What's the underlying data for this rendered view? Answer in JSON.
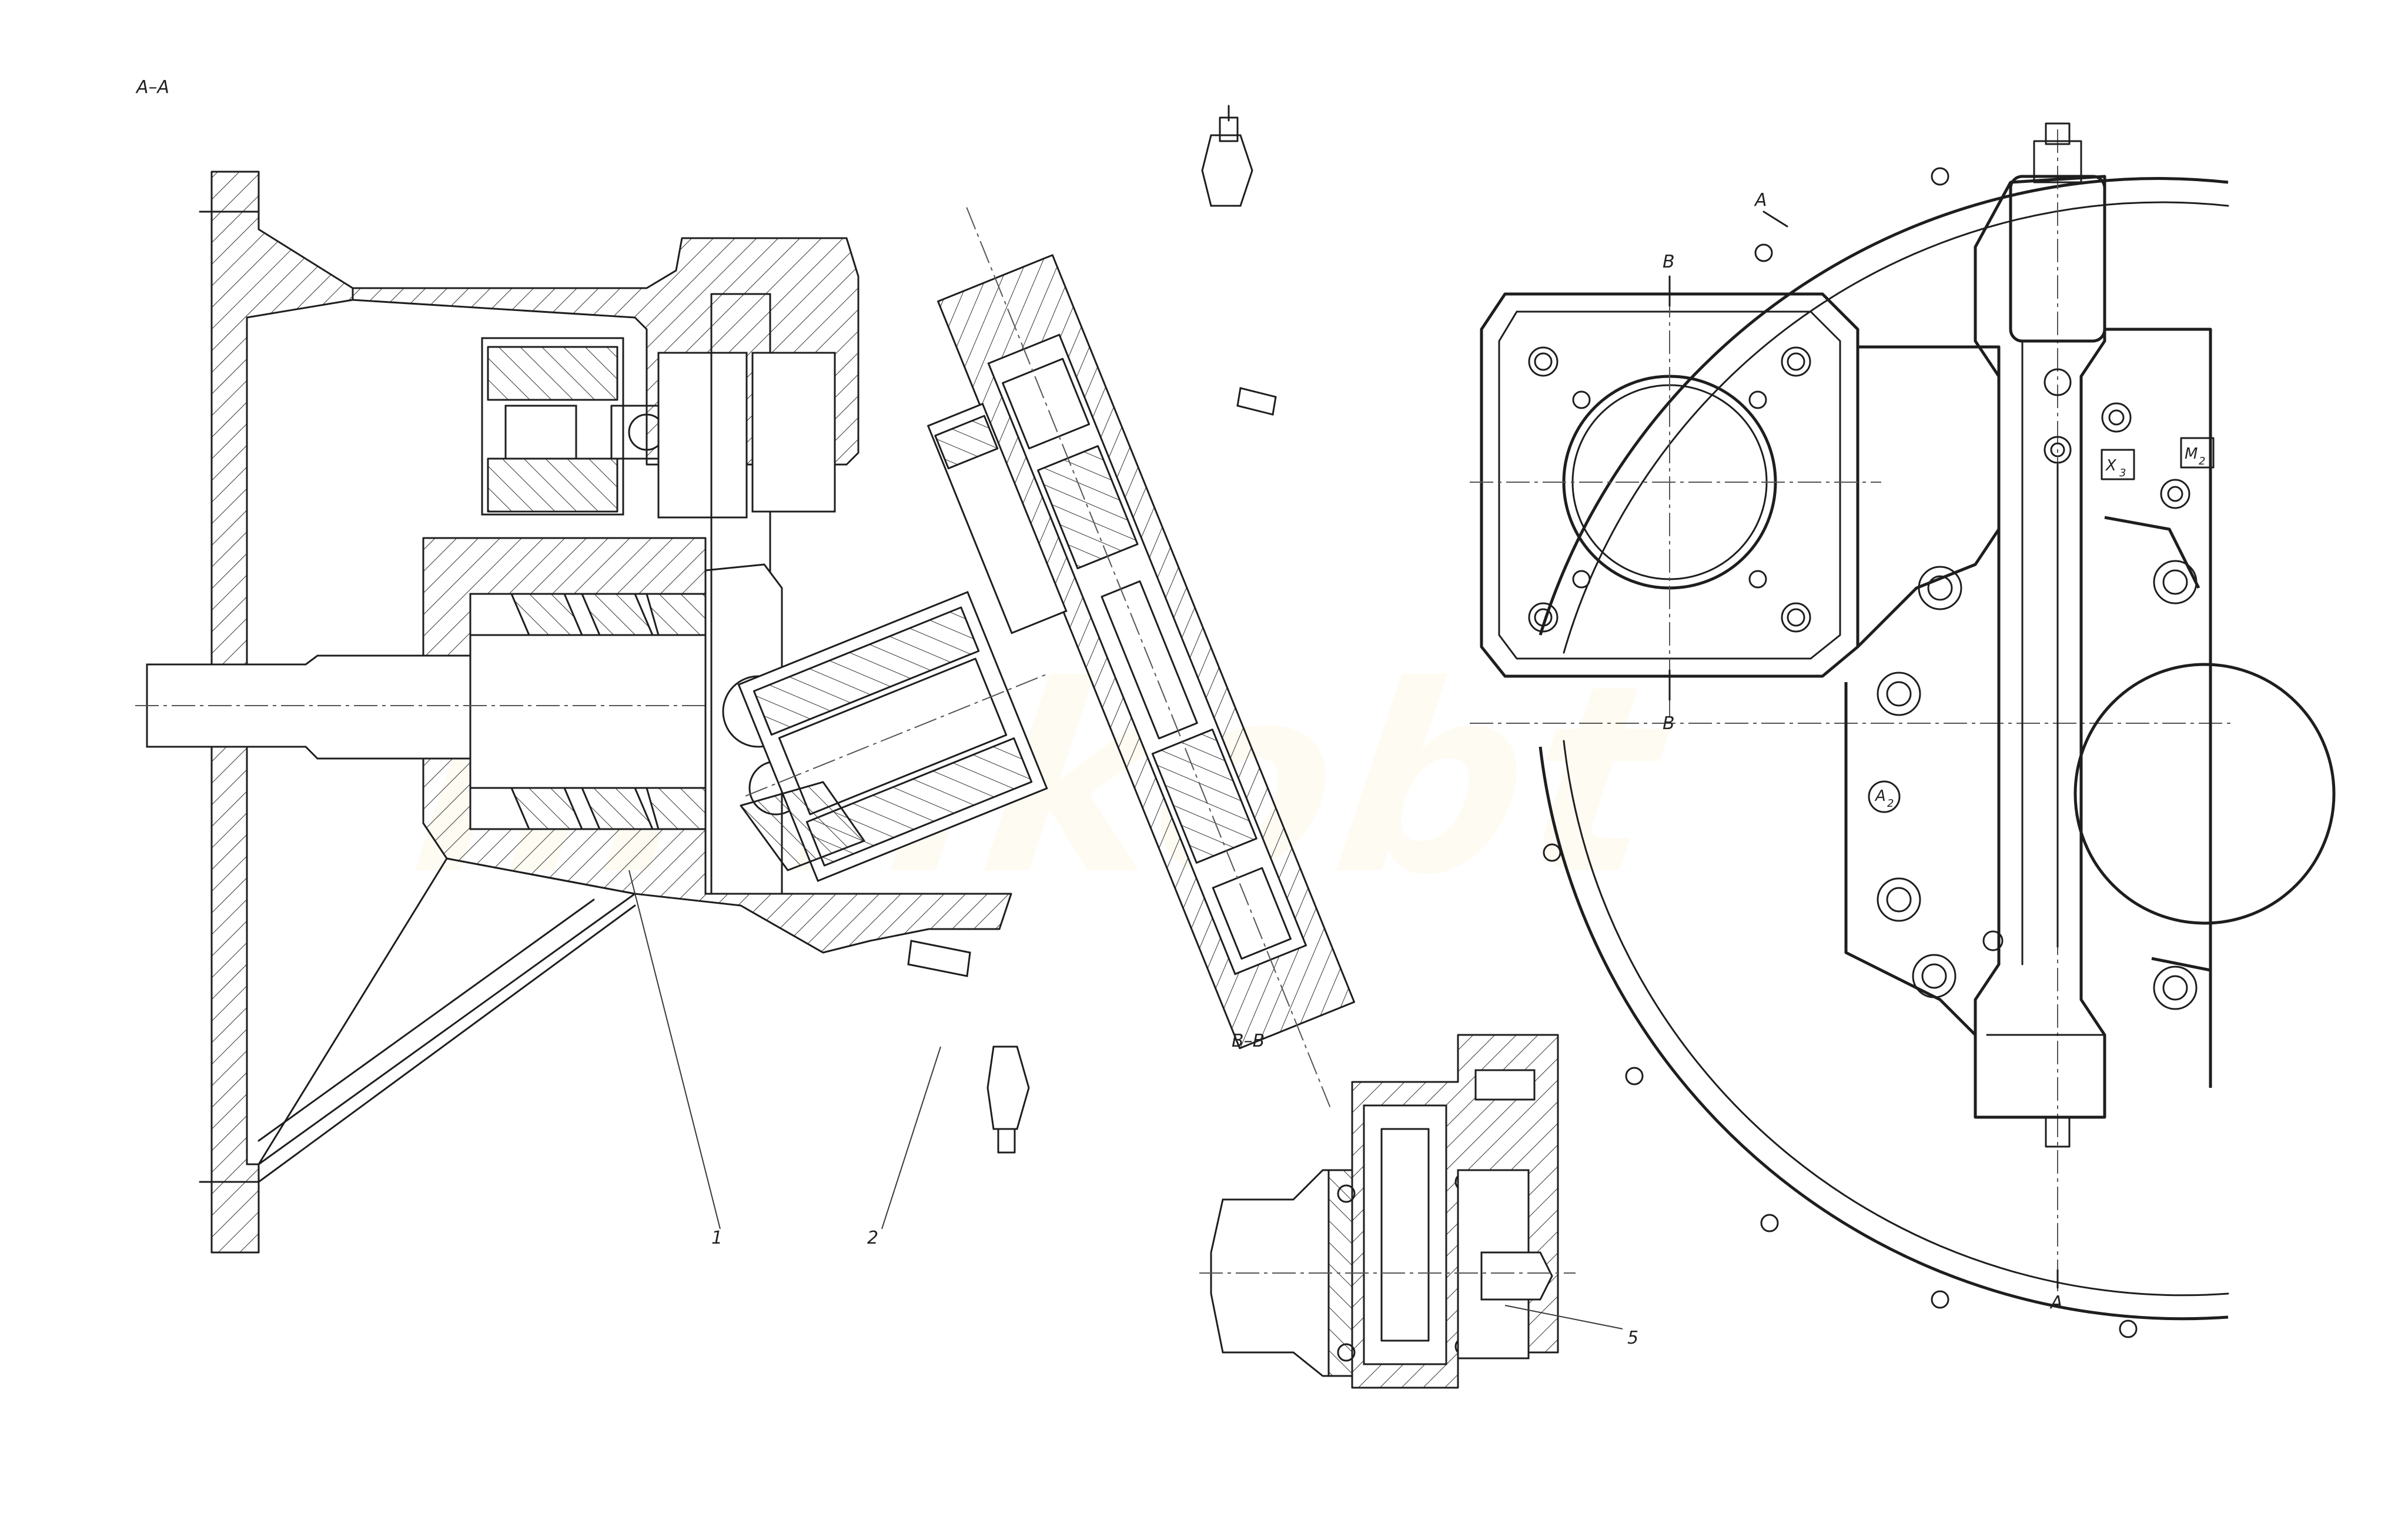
{
  "labels": {
    "section_aa": "A–A",
    "section_bb": "B–B",
    "callout_1": "1",
    "callout_2": "2",
    "callout_5": "5",
    "cut_b_top": "B",
    "cut_b_bottom": "B",
    "cut_a_top": "A",
    "cut_a_bottom": "A",
    "port_x3": "X",
    "port_x3_sub": "3",
    "port_m2": "M",
    "port_m2_sub": "2",
    "port_a2": "A",
    "port_a2_sub": "2"
  },
  "watermark": {
    "text": "linhkobt"
  },
  "colors": {
    "line": "#1e1e1e",
    "background": "#ffffff",
    "watermark": "#f5c242"
  }
}
